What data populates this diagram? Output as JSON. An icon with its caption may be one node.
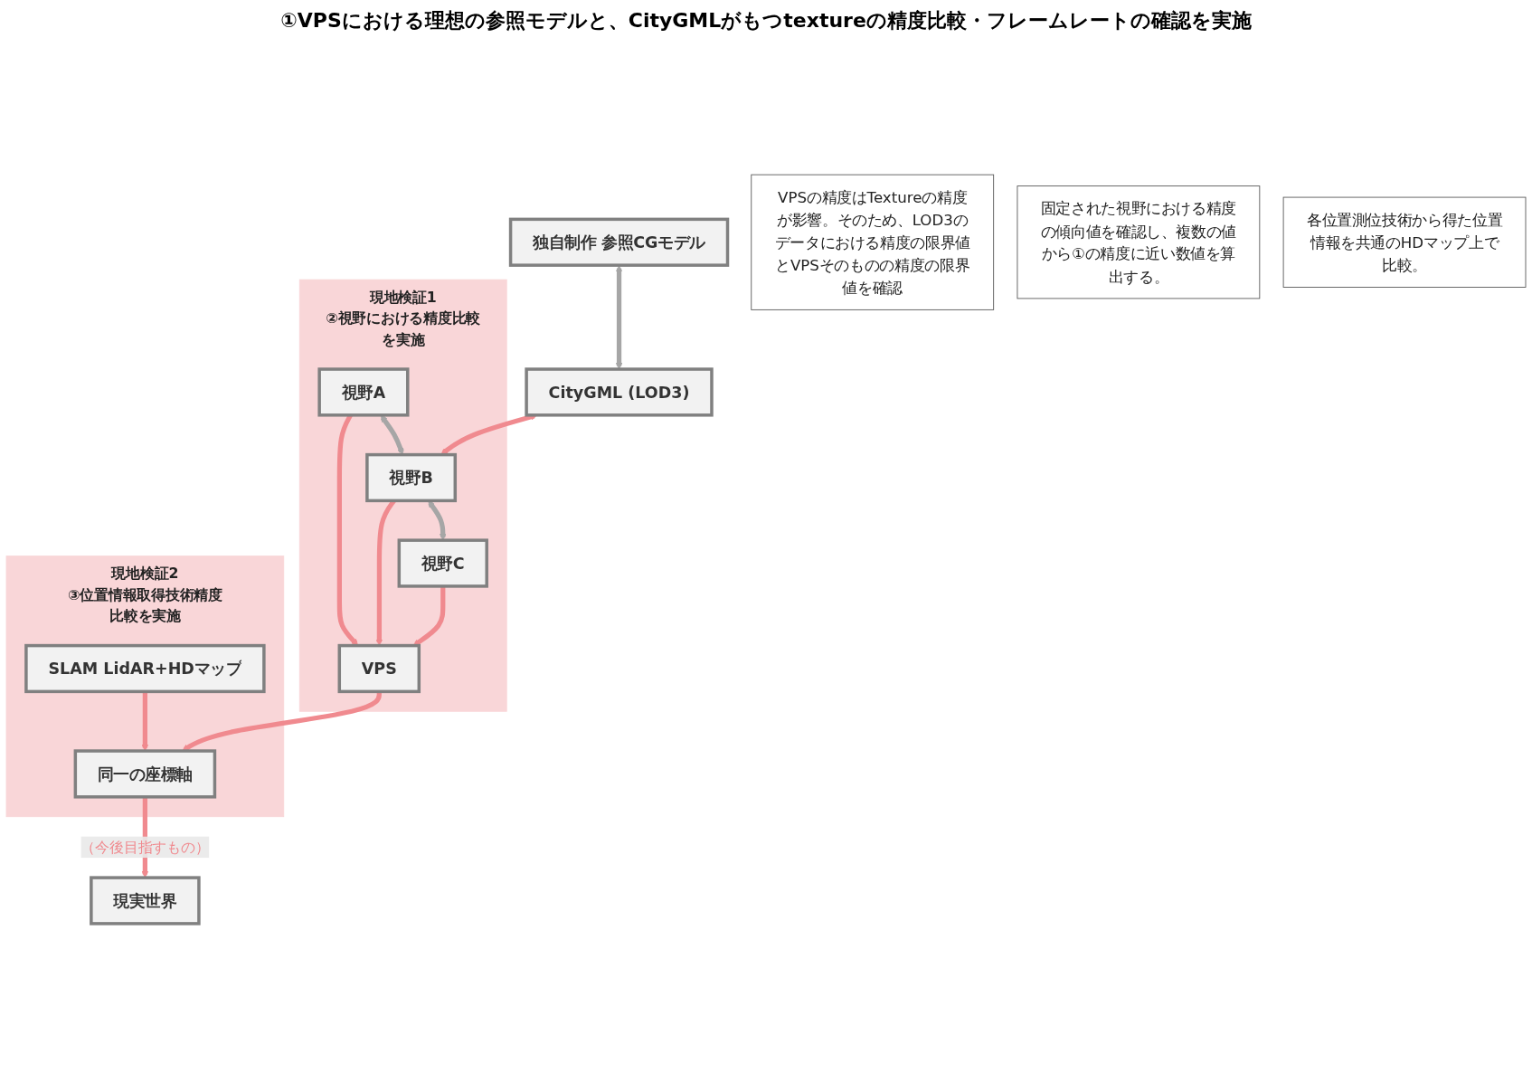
{
  "diagram": {
    "title": "①VPSにおける理想の参照モデルと、CityGMLがもつtextureの精度比較・フレームレートの確認を実施",
    "nodes": [
      {
        "text": [
          "独自制作 参照CGモデル"
        ]
      },
      {
        "text": [
          "CityGML (LOD3)"
        ]
      },
      {
        "text": [
          "VPSの精度はTextureの精度が影響。そのため、LOD3のデータにおける精度の限界値とVPSそのものの精度の限界値を確認"
        ]
      },
      {
        "text": [
          "②視野における精度比較を実施"
        ],
        "beside": [
          "現地検証1"
        ]
      },
      {
        "text": [
          "視野A"
        ],
        "in": 3
      },
      {
        "text": [
          "視野B"
        ],
        "in": 3
      },
      {
        "text": [
          "視野C"
        ],
        "in": 3
      },
      {
        "text": [
          "VPS"
        ],
        "in": 3
      },
      {
        "text": [
          "固定された視野における精度の傾向値を確認し、複数の値から①の精度に近い数値を算出する。"
        ]
      },
      {
        "text": [
          "③位置情報取得技術精度比較を実施"
        ],
        "beside": [
          "現地検証2"
        ]
      },
      {
        "text": [
          "SLAM LidAR+HDマップ"
        ],
        "in": 9
      },
      {
        "text": [
          "同一の座標軸"
        ],
        "in": 9
      },
      {
        "text": [
          "各位置測位技術から得た位置情報を共通のHDマップ上で比較。"
        ]
      },
      {
        "text": [
          "現実世界"
        ]
      }
    ],
    "edges": [
      {
        "from": 0,
        "to": 1,
        "arrow": "both",
        "color": "#a6a6a6"
      },
      {
        "from": 1,
        "to": 5,
        "arrow": "both"
      },
      {
        "from": 4,
        "to": 5,
        "arrow": "both",
        "color": "#a6a6a6"
      },
      {
        "from": 5,
        "to": 6,
        "arrow": "both",
        "color": "#a6a6a6"
      },
      {
        "from": 4,
        "to": 7,
        "arrow": "to"
      },
      {
        "from": 5,
        "to": 7,
        "arrow": "to"
      },
      {
        "from": 6,
        "to": 7,
        "arrow": "to"
      },
      {
        "from": 7,
        "to": 11,
        "arrow": "to"
      },
      {
        "from": 10,
        "to": 11,
        "arrow": "to"
      },
      {
        "from": 11,
        "to": 13,
        "arrow": "to",
        "label": "（今後目指すもの）"
      }
    ]
  }
}
